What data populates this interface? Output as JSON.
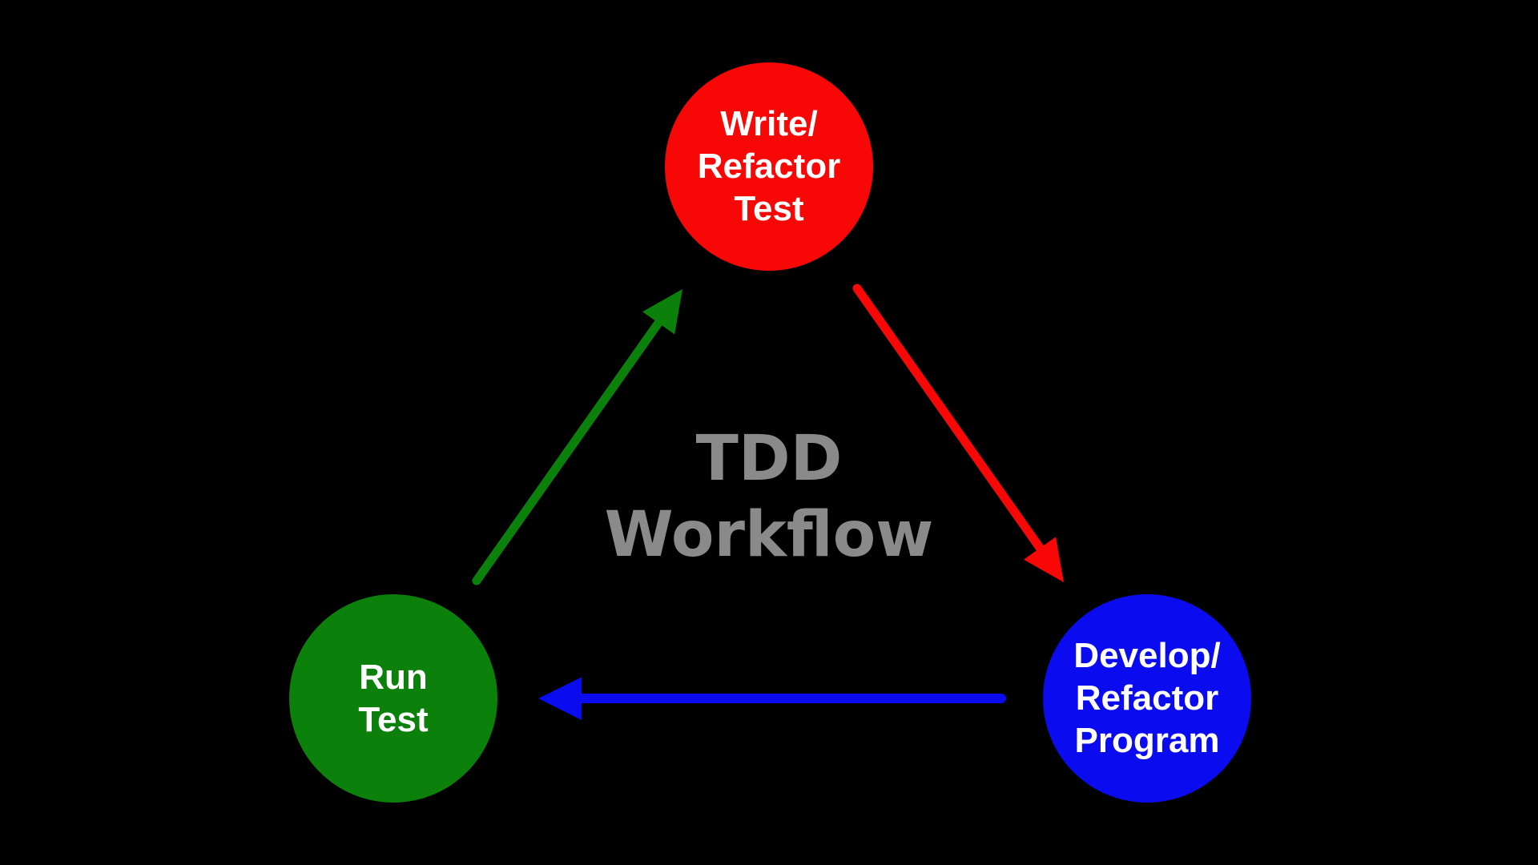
{
  "page": {
    "background_color": "#000000"
  },
  "diagram": {
    "title": {
      "lines": [
        "TDD",
        "Workflow"
      ],
      "color": "#8a8a8a"
    },
    "nodes": [
      {
        "id": "write-refactor-test",
        "lines": [
          "Write/",
          "Refactor",
          "Test"
        ],
        "fill": "#f80707",
        "text_color": "#ffffff"
      },
      {
        "id": "run-test",
        "lines": [
          "Run",
          "Test"
        ],
        "fill": "#0b800b",
        "text_color": "#ffffff"
      },
      {
        "id": "develop-refactor-program",
        "lines": [
          "Develop/",
          "Refactor",
          "Program"
        ],
        "fill": "#0b0bf0",
        "text_color": "#ffffff"
      }
    ],
    "edges": [
      {
        "id": "run-test-to-write-refactor-test",
        "from": "run-test",
        "to": "write-refactor-test",
        "color": "#0b800b"
      },
      {
        "id": "write-refactor-test-to-develop-refactor-program",
        "from": "write-refactor-test",
        "to": "develop-refactor-program",
        "color": "#f80707"
      },
      {
        "id": "develop-refactor-program-to-run-test",
        "from": "develop-refactor-program",
        "to": "run-test",
        "color": "#0b0bf0"
      }
    ]
  }
}
